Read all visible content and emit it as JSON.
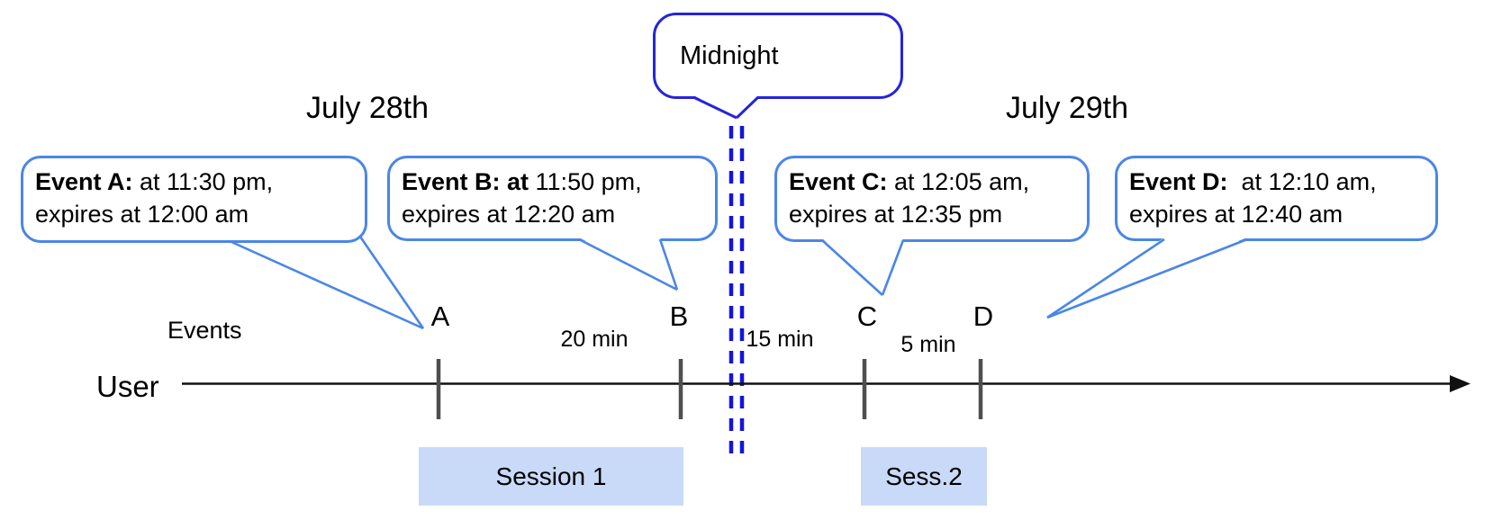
{
  "colors": {
    "event-border": "#4a86e8",
    "midnight-border": "#2424dd",
    "dash-blue": "#1414dd",
    "session-fill": "#c9daf8",
    "tick-gray": "#4f4f4f",
    "line-black": "#111111"
  },
  "dates": {
    "left": "July 28th",
    "right": "July 29th"
  },
  "midnight": {
    "label": "Midnight"
  },
  "callouts": [
    {
      "name": "Event A",
      "bold": "Event A:",
      "rest": " at 11:30 pm,",
      "line2": "expires at 12:00 am"
    },
    {
      "name": "Event B",
      "bold": "Event B: at",
      "rest": " 11:50 pm,",
      "line2": "expires at 12:20 am"
    },
    {
      "name": "Event C",
      "bold": "Event C:",
      "rest": " at 12:05 am,",
      "line2": "expires at 12:35 pm"
    },
    {
      "name": "Event D",
      "bold": "Event D:",
      "rest": "  at 12:10 am,",
      "line2": "expires at 12:40 am"
    }
  ],
  "timeline": {
    "events_label": "Events",
    "user_label": "User",
    "ticks": [
      {
        "label": "A"
      },
      {
        "label": "B"
      },
      {
        "label": "C"
      },
      {
        "label": "D"
      }
    ],
    "intervals": [
      {
        "label": "20 min"
      },
      {
        "label": "15 min"
      },
      {
        "label": "5 min"
      }
    ]
  },
  "sessions": [
    {
      "label": "Session 1"
    },
    {
      "label": "Sess.2"
    }
  ]
}
